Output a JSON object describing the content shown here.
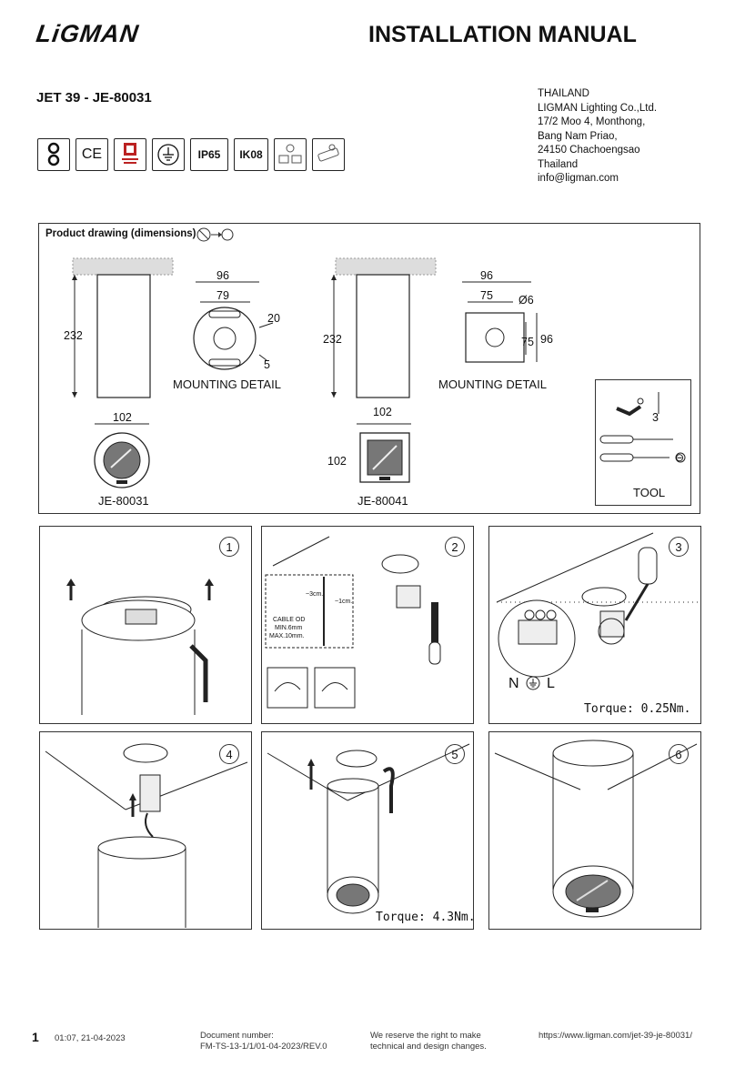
{
  "header": {
    "logo": "LiGMAN",
    "title": "INSTALLATION MANUAL",
    "model": "JET 39 - JE-80031"
  },
  "address": {
    "lines": [
      "THAILAND",
      "LIGMAN Lighting Co.,Ltd.",
      "17/2 Moo 4, Monthong,",
      "Bang Nam Priao,",
      "24150 Chachoengsao",
      "Thailand",
      "info@ligman.com"
    ]
  },
  "certifications": {
    "ip": "IP65",
    "ik": "IK08",
    "ce": "CE"
  },
  "dimensions_panel": {
    "title": "Product drawing (dimensions)",
    "round": {
      "height": "232",
      "mount_w": "96",
      "mount_inner": "79",
      "mount_side": "20",
      "mount_small": "5",
      "mount_label": "MOUNTING DETAIL",
      "front_w": "102",
      "code": "JE-80031"
    },
    "square": {
      "height": "232",
      "mount_w": "96",
      "mount_inner": "75",
      "hole": "Ø6",
      "mount_h_inner": "75",
      "mount_h": "96",
      "mount_label": "MOUNTING DETAIL",
      "front_w": "102",
      "front_h": "102",
      "code": "JE-80041"
    },
    "tool": {
      "size": "3",
      "label": "TOOL",
      "minus": "⊖"
    }
  },
  "steps": [
    {
      "num": "1"
    },
    {
      "num": "2",
      "cable_top": "~3cm.",
      "cable_side": "~1cm.",
      "cable_od": "CABLE OD",
      "min": "MIN.6mm",
      "max": "MAX.10mm."
    },
    {
      "num": "3",
      "n": "N",
      "l": "L",
      "torque": "Torque: 0.25Nm."
    },
    {
      "num": "4"
    },
    {
      "num": "5",
      "torque": "Torque: 4.3Nm."
    },
    {
      "num": "6"
    }
  ],
  "terminal_letters": {
    "n": "N",
    "l": "L"
  },
  "footer": {
    "page": "1",
    "timestamp": "01:07, 21-04-2023",
    "doc_label": "Document number:",
    "doc_number": "FM-TS-13-1/1/01-04-2023/REV.0",
    "rights_1": "We reserve the right to make",
    "rights_2": "technical and design changes.",
    "url": "https://www.ligman.com/jet-39-je-80031/"
  }
}
